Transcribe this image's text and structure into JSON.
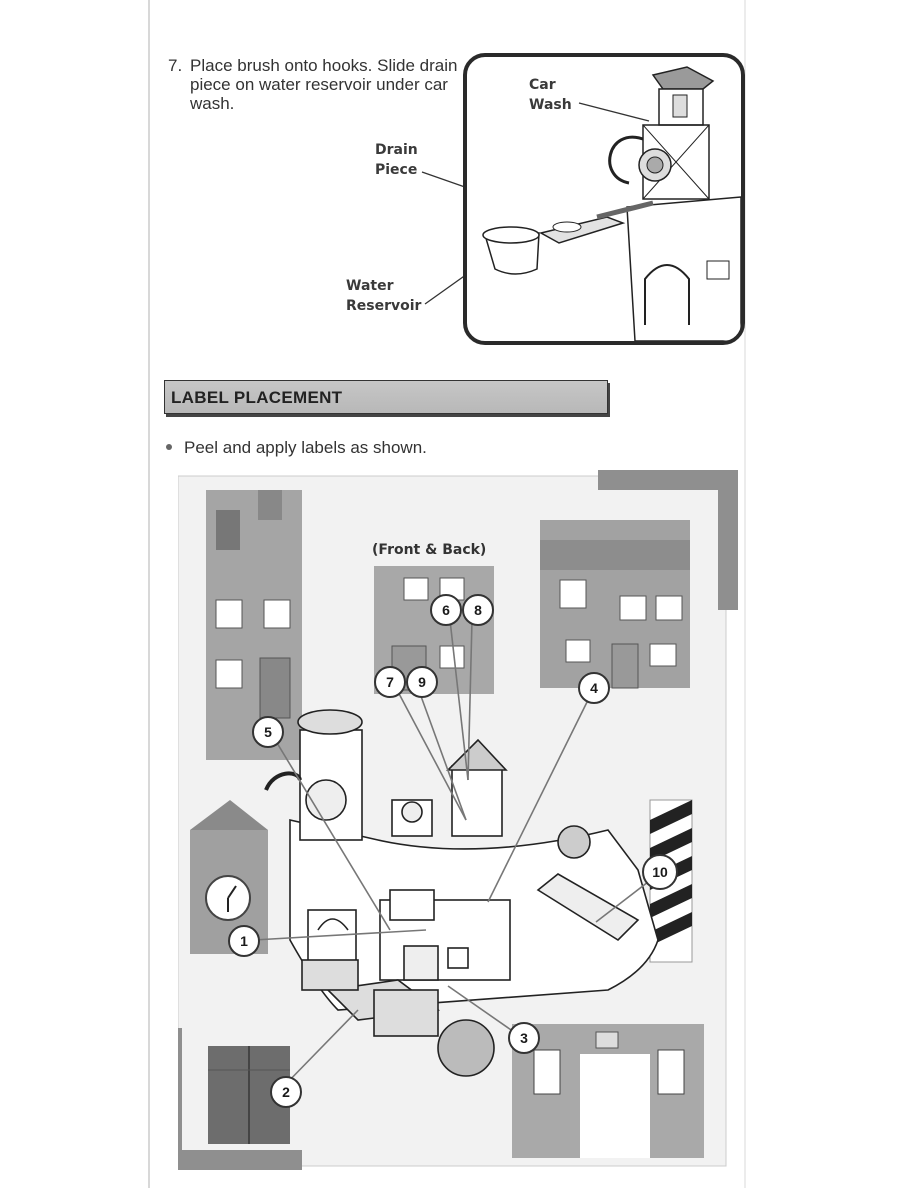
{
  "step": {
    "number": "7.",
    "text": "Place brush onto hooks. Slide drain piece on water reservoir under car wash."
  },
  "callouts": {
    "drain_line1": "Drain",
    "drain_line2": "Piece",
    "water_line1": "Water",
    "water_line2": "Reservoir",
    "car_line1": "Car",
    "car_line2": "Wash"
  },
  "section": {
    "title": "LABEL PLACEMENT"
  },
  "instruction": "Peel and apply labels as shown.",
  "diagram": {
    "front_back": "(Front & Back)",
    "labels": [
      "1",
      "2",
      "3",
      "4",
      "5",
      "6",
      "7",
      "8",
      "9",
      "10"
    ]
  },
  "colors": {
    "photo_gray": "#9a9a9a",
    "frame_gray": "#8a8a8a",
    "line": "#2a2a2a"
  }
}
